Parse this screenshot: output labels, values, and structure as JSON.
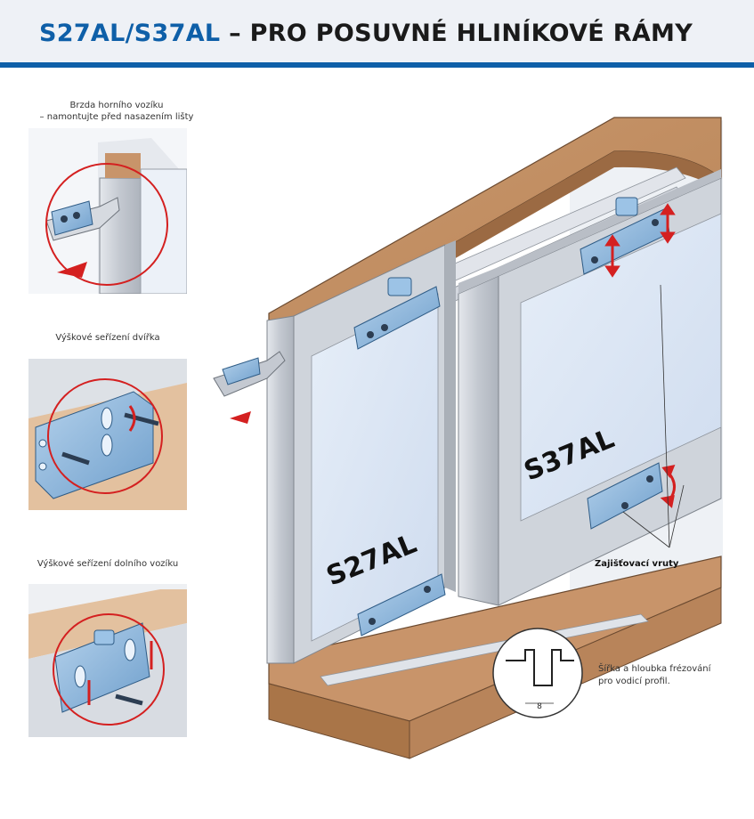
{
  "header": {
    "title_code": "S27AL/S37AL",
    "title_rest": " – PRO POSUVNÉ HLINÍKOVÉ RÁMY"
  },
  "details": [
    {
      "caption_line1": "Brzda horního vozíku",
      "caption_line2": "– namontujte před nasazením lišty"
    },
    {
      "caption_line1": "Výškové seřízení dvířka"
    },
    {
      "caption_line1": "Výškové seřízení dolního vozíku"
    }
  ],
  "main": {
    "door_left_label": "S27AL",
    "door_right_label": "S37AL",
    "screws_label": "Zajišťovací vruty",
    "profile_note_line1": "Šířka a hloubka frézování",
    "profile_note_line2": "pro vodicí profil.",
    "profile_dimension": "8"
  },
  "colors": {
    "brand_blue": "#0e5fa8",
    "header_bg": "#eef1f6",
    "wood": "#c8946a",
    "aluminium": "#c9ced6",
    "glass": "#d9e6f5",
    "bracket": "#8fb8dc",
    "arrow_red": "#d42020",
    "detail_ring": "#d42020"
  }
}
